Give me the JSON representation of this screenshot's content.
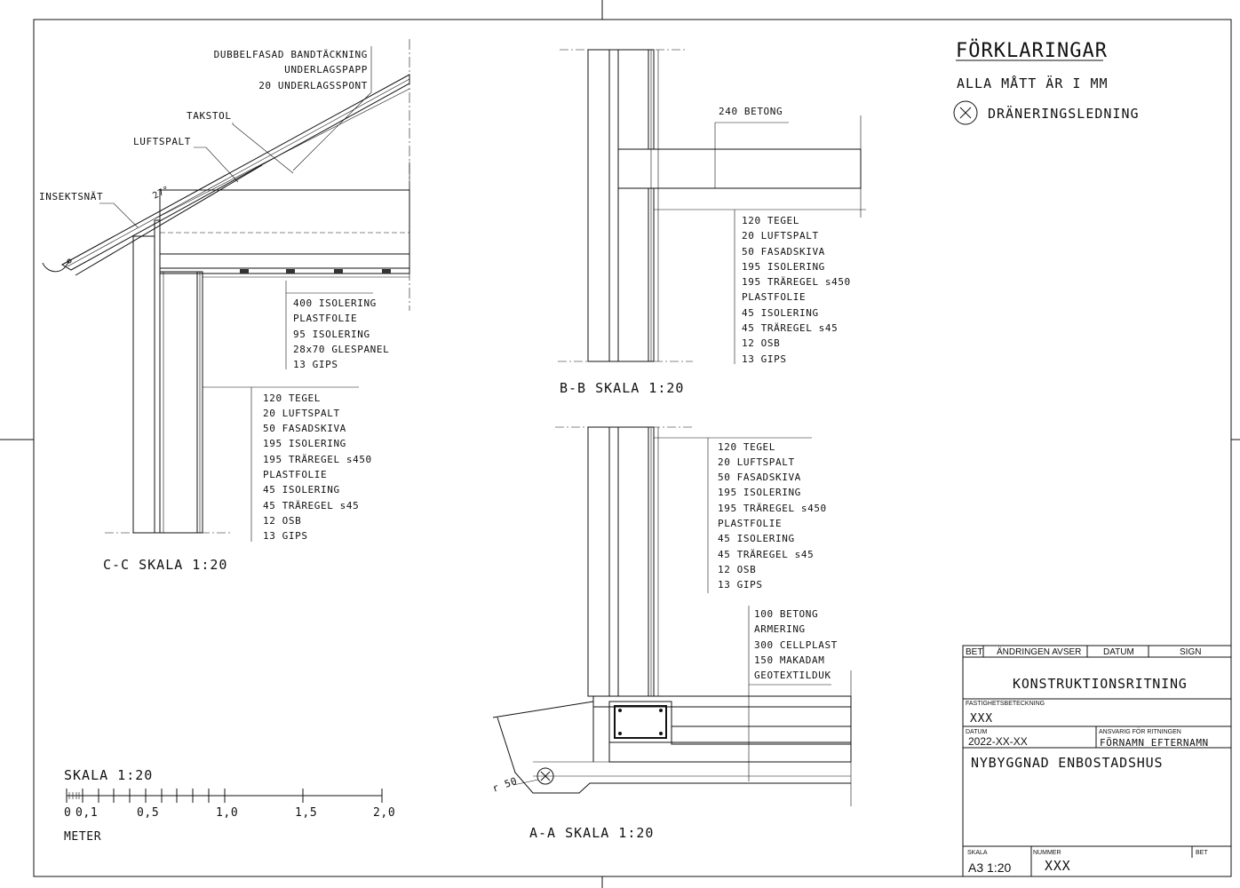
{
  "legend": {
    "title": "FÖRKLARINGAR",
    "units_note": "ALLA MÅTT ÄR I MM",
    "drain_symbol": "x-circle-icon",
    "drain_label": "DRÄNERINGSLEDNING"
  },
  "section_cc": {
    "title": "C-C SKALA 1:20",
    "roof_layers": [
      "DUBBELFASAD BANDTÄCKNING",
      "UNDERLAGSPAPP",
      "20 UNDERLAGSSPONT"
    ],
    "takstol": "TAKSTOL",
    "luftspalt": "LUFTSPALT",
    "insektsnat": "INSEKTSNÄT",
    "angle": "27°",
    "ceiling_layers": [
      "400 ISOLERING",
      "PLASTFOLIE",
      "95 ISOLERING",
      "28x70 GLESPANEL",
      "13 GIPS"
    ],
    "wall_layers": [
      "120 TEGEL",
      "20 LUFTSPALT",
      "50 FASADSKIVA",
      "195 ISOLERING",
      "195 TRÄREGEL s450",
      "PLASTFOLIE",
      "45 ISOLERING",
      "45 TRÄREGEL s45",
      "12 OSB",
      "13 GIPS"
    ]
  },
  "section_bb": {
    "title": "B-B SKALA 1:20",
    "slab": "240 BETONG",
    "wall_layers": [
      "120 TEGEL",
      "20 LUFTSPALT",
      "50 FASADSKIVA",
      "195 ISOLERING",
      "195 TRÄREGEL s450",
      "PLASTFOLIE",
      "45 ISOLERING",
      "45 TRÄREGEL s45",
      "12 OSB",
      "13 GIPS"
    ]
  },
  "section_aa": {
    "title": "A-A SKALA 1:20",
    "wall_layers": [
      "120 TEGEL",
      "20 LUFTSPALT",
      "50 FASADSKIVA",
      "195 ISOLERING",
      "195 TRÄREGEL s450",
      "PLASTFOLIE",
      "45 ISOLERING",
      "45 TRÄREGEL s45",
      "12 OSB",
      "13 GIPS"
    ],
    "floor_layers": [
      "100  BETONG",
      "ARMERING",
      "300 CELLPLAST",
      "150 MAKADAM",
      "GEOTEXTILDUK"
    ],
    "radius": "r 50"
  },
  "scale_bar": {
    "title": "SKALA  1:20",
    "ticks": [
      "0",
      "0,1",
      "0,5",
      "1,0",
      "1,5",
      "2,0"
    ],
    "unit": "METER"
  },
  "title_block": {
    "rev_headers": [
      "BET",
      "ÄNDRINGEN AVSER",
      "DATUM",
      "SIGN"
    ],
    "drawing_type": "KONSTRUKTIONSRITNING",
    "property_label": "FASTIGHETSBETECKNING",
    "property_value": "XXX",
    "date_label": "DATUM",
    "date_value": "2022-XX-XX",
    "responsible_label": "ANSVARIG FÖR RITNINGEN",
    "responsible_value": "FÖRNAMN EFTERNAMN",
    "project": "NYBYGGNAD ENBOSTADSHUS",
    "scale_label": "SKALA",
    "scale_value": "A3 1:20",
    "number_label": "NUMMER",
    "number_value": "XXX",
    "bet_label": "BET"
  }
}
